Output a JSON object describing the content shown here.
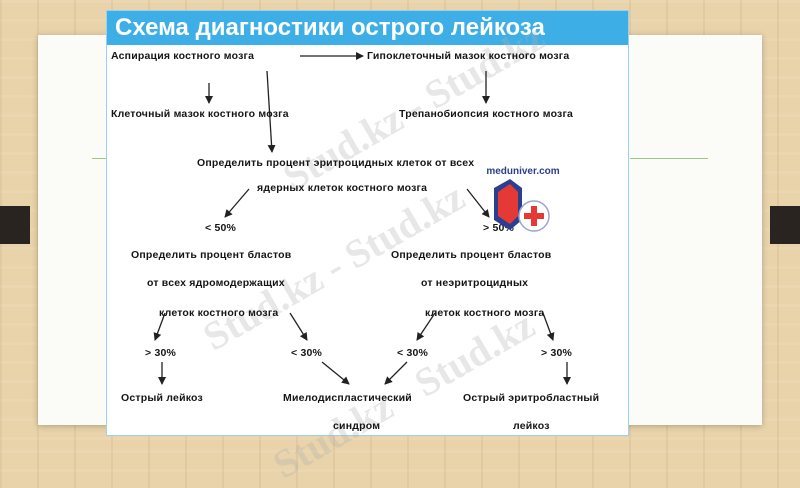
{
  "title": "Схема диагностики острого лейкоза",
  "nodes": {
    "aspiration": "Аспирация костного мозга",
    "hypocellular": "Гипоклеточный мазок костного мозга",
    "cellular": "Клеточный мазок костного мозга",
    "trephine": "Трепанобиопсия костного мозга",
    "erythroid_line1": "Определить процент эритроцидных клеток от всех",
    "erythroid_line2": "ядерных клеток костного мозга",
    "less50": "< 50%",
    "more50": "> 50%",
    "left_blasts_line1": "Определить процент бластов",
    "left_blasts_line2": "от всех ядромодержащих",
    "left_blasts_line3": "клеток костного мозга",
    "right_blasts_line1": "Определить процент бластов",
    "right_blasts_line2": "от неэритроцидных",
    "right_blasts_line3": "клеток костного мозга",
    "more30_left": "> 30%",
    "less30_left": "< 30%",
    "less30_right": "< 30%",
    "more30_right": "> 30%",
    "acute_leukemia": "Острый лейкоз",
    "mds_line1": "Миелодиспластический",
    "mds_line2": "синдром",
    "erythro_line1": "Острый эритробластный",
    "erythro_line2": "лейкоз"
  },
  "watermark": "Stud.kz - Stud.kz",
  "brand": {
    "site": "meduniver.com",
    "icon": "medical-cross-shield-icon"
  },
  "colors": {
    "title_bg": "#3dafe6",
    "accent_red": "#e53935",
    "accent_blue": "#2b3f8f"
  }
}
